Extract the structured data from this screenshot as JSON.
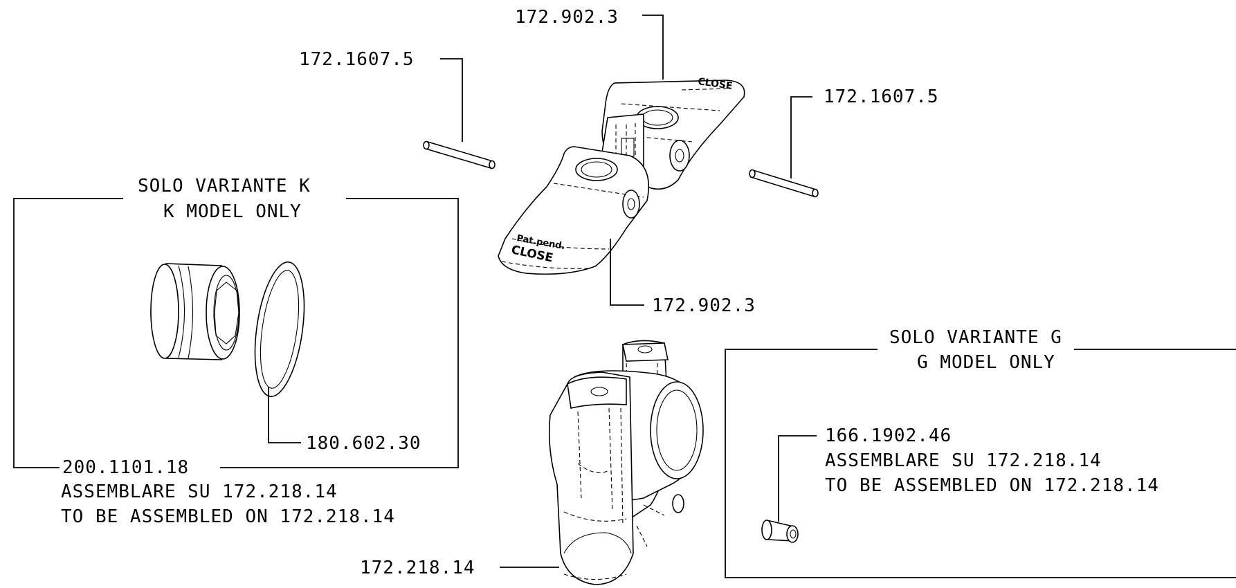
{
  "callouts": {
    "top_link": "172.902.3",
    "pin_left": "172.1607.5",
    "pin_right": "172.1607.5",
    "bottom_link": "172.902.3",
    "body": "172.218.14"
  },
  "k_variant": {
    "title_it": "SOLO VARIANTE K",
    "title_en": "K MODEL ONLY",
    "washer": "180.602.30",
    "bushing_code": "200.1101.18",
    "assemble_it": "ASSEMBLARE SU 172.218.14",
    "assemble_en": "TO BE ASSEMBLED ON 172.218.14"
  },
  "g_variant": {
    "title_it": "SOLO VARIANTE G",
    "title_en": "G MODEL ONLY",
    "insert_code": "166.1902.46",
    "assemble_it": "ASSEMBLARE SU 172.218.14",
    "assemble_en": "TO BE ASSEMBLED ON 172.218.14"
  },
  "part_marking": {
    "line1": "Pat.pend.",
    "line2": "CLOSE"
  }
}
